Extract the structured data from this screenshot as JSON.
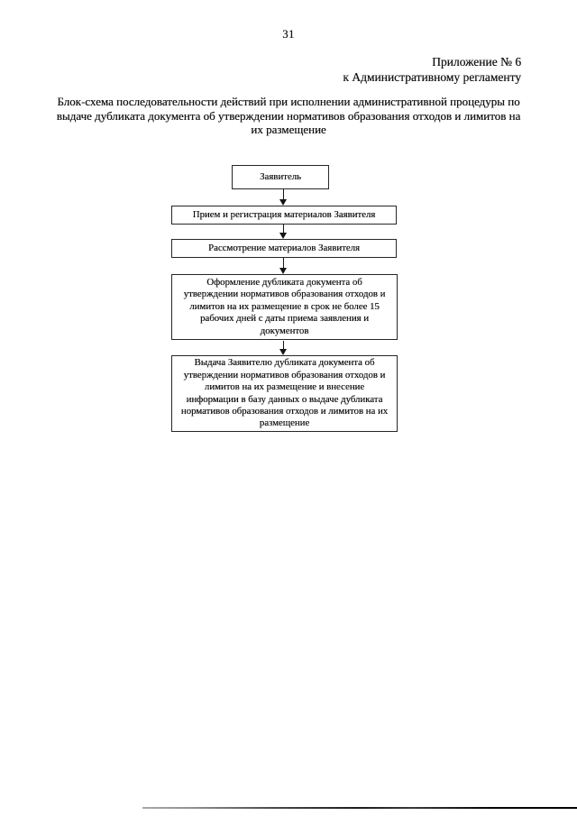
{
  "page": {
    "number": "31"
  },
  "header": {
    "line1": "Приложение № 6",
    "line2": "к Административному регламенту"
  },
  "title": "Блок-схема последовательности действий при исполнении административной процедуры по\nвыдаче дубликата документа об утверждении нормативов образования отходов и лимитов на\nих размещение",
  "flowchart": {
    "nodes": [
      {
        "id": "applicant",
        "label": "Заявитель"
      },
      {
        "id": "reception",
        "label": "Прием и регистрация материалов Заявителя"
      },
      {
        "id": "review",
        "label": "Рассмотрение материалов Заявителя"
      },
      {
        "id": "preparation",
        "label": "Оформление дубликата документа об\nутверждении нормативов образования отходов и\nлимитов на их размещение в срок не более 15\nрабочих дней с даты приема заявления и\nдокументов"
      },
      {
        "id": "issuance",
        "label": "Выдача Заявителю дубликата документа об\nутверждении нормативов образования отходов и\nлимитов на их размещение и внесение\nинформации в базу данных о выдаче дубликата\nнормативов образования отходов и лимитов на их\nразмещение"
      }
    ],
    "edges": [
      {
        "from": "applicant",
        "to": "reception"
      },
      {
        "from": "reception",
        "to": "review"
      },
      {
        "from": "review",
        "to": "preparation"
      },
      {
        "from": "preparation",
        "to": "issuance"
      }
    ]
  },
  "colors": {
    "text": "#161616",
    "box_border": "#262626",
    "background": "#ffffff"
  }
}
